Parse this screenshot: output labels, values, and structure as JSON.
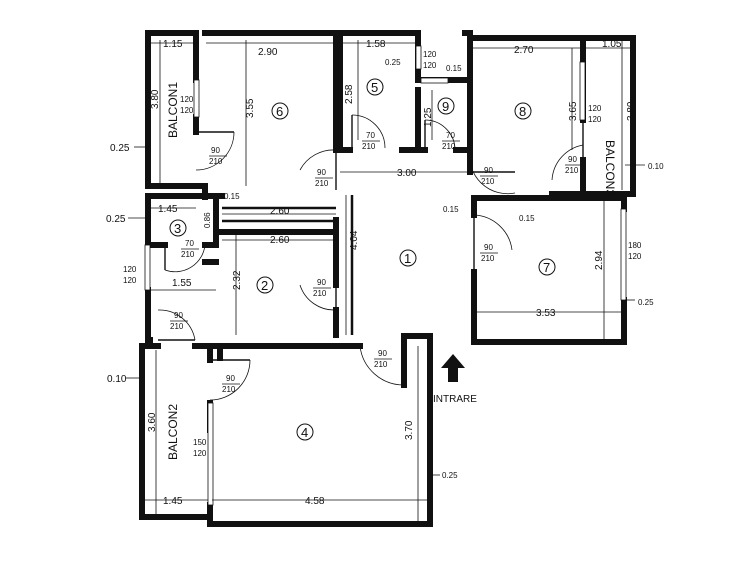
{
  "dimensions": {
    "balcon1_w": "1.15",
    "balcon1_h": "3.80",
    "room6_w": "2.90",
    "room6_h": "3.55",
    "room5_w": "1.58",
    "room5_h": "2.58",
    "r5_offset": "0.25",
    "room9_h": "1.25",
    "room8_w": "2.70",
    "room8_h": "3.65",
    "balcon3_w": "1.05",
    "balcon3_h": "3.80",
    "corridor_w": "3.00",
    "room3_w": "1.45",
    "room3_h": "0.86",
    "wall_a": "2.60",
    "wall_b": "2.60",
    "room2_w": "1.55",
    "room2_h": "2.32",
    "hall_h": "4.04",
    "room7_h": "2.94",
    "room7_w": "3.53",
    "room4_h": "3.70",
    "room4_w": "4.58",
    "balcon2_w": "1.45",
    "balcon2_h": "3.60",
    "t025_left": "0.25",
    "t025_r3": "0.25",
    "t015_r6": "0.15",
    "t015_r8": "0.15",
    "t015_r7a": "0.15",
    "t015_r7b": "0.15",
    "t010_r": "0.10",
    "t025_r7": "0.25",
    "t010_l": "0.10",
    "t025_r4": "0.25"
  },
  "rooms": {
    "r1": "1",
    "r2": "2",
    "r3": "3",
    "r4": "4",
    "r5": "5",
    "r6": "6",
    "r7": "7",
    "r8": "8",
    "r9": "9"
  },
  "balconies": {
    "b1": "BALCON1",
    "b2": "BALCON2",
    "b3": "BALCON3"
  },
  "openings": {
    "win120": "120",
    "win150": "150",
    "win180": "180",
    "h120": "120",
    "d90": "90",
    "d70": "70",
    "h210": "210"
  },
  "entrance": {
    "label": "INTRARE"
  }
}
